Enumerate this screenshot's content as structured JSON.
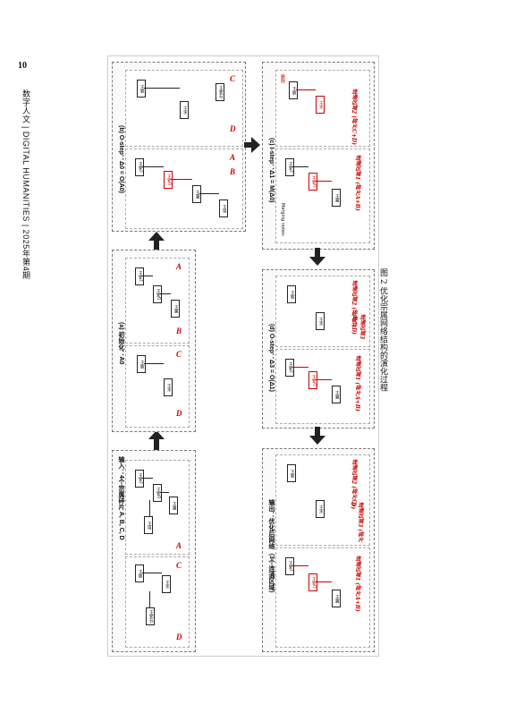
{
  "page_number": "10",
  "journal_title": "数字人文 | DIGITAL HUMANITIES | 2025年第4期",
  "figure_caption": "图 2   优化宗属网络结构的演化过程",
  "panels": {
    "input": {
      "title": "输入：4个宗属碎片 A, B, C, D"
    },
    "a": {
      "title": "(a) 初始化：A0"
    },
    "b": {
      "title": "(b) O-step：Δ0 = O(A0)"
    },
    "c": {
      "title": "(c) I-step：Δ1 = M(Δ0)"
    },
    "d": {
      "title": "(d) O-step：Δ3 = O(Δ1)"
    },
    "output": {
      "title": "输出：优化后网络（3个连通区域）"
    }
  },
  "fragment_tags": [
    "A",
    "B",
    "C",
    "D"
  ],
  "regions": {
    "r1": "连通区域1 (碎片A+B)",
    "r2": "连通区域2 (碎片C)",
    "r3": "连通区域3 (碎片D)",
    "r2cd": "连通区域2 (碎片C+D)"
  },
  "labels": {
    "wang_wei_g": "王安石",
    "wang_2": "王安2",
    "wang_tan": "王坦",
    "wang_yi": "王翼",
    "wang_min": "王敏",
    "wang_shui": "王水",
    "merging_notes": "Merging notes:",
    "wang_c": "王安G",
    "delete": "删除"
  }
}
